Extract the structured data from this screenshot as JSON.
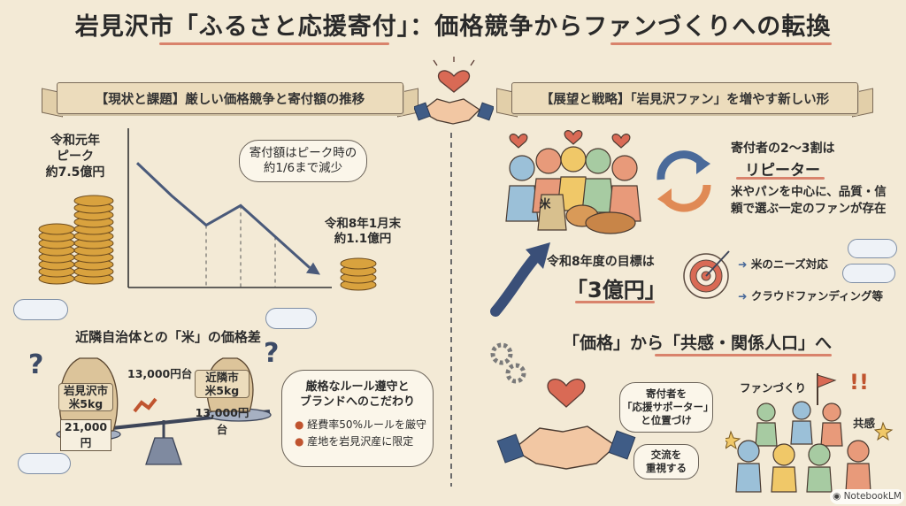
{
  "title": "岩見沢市「ふるさと応援寄付」：価格競争からファンづくりへの転換",
  "left": {
    "ribbon": "【現状と課題】厳しい価格競争と寄付額の推移",
    "peak_label": [
      "令和元年",
      "ピーク",
      "約7.5億円"
    ],
    "bubble": [
      "寄付額はピーク時の",
      "約1/6まで減少"
    ],
    "end_label": [
      "令和8年1月末",
      "約1.1億円"
    ],
    "chart_data": {
      "type": "line",
      "series": [
        {
          "values": [
            7.5,
            5.5,
            3.7,
            4.9,
            3.0,
            1.1
          ]
        }
      ]
    },
    "rice_title": "近隣自治体との「米」の価格差",
    "bag_left": [
      "岩見沢市",
      "米5kg",
      "21,000円"
    ],
    "bag_right": [
      "近隣市",
      "米5kg",
      "13,000円台"
    ],
    "price_mid": "13,000円台",
    "rules_title": [
      "厳格なルール遵守と",
      "ブランドへのこだわり"
    ],
    "rules": [
      "経費率50%ルールを厳守",
      "産地を岩見沢産に限定"
    ]
  },
  "right": {
    "ribbon": "【展望と戦略】「岩見沢ファン」を増やす新しい形",
    "repeat_line1": "寄付者の2～3割は",
    "repeat_line2": "リピーター",
    "repeat_desc": [
      "米やパンを中心に、品質・信",
      "頼で選ぶ一定のファンが存在"
    ],
    "bag_label": "米",
    "goal_label": "令和8年度の目標は",
    "goal_value": "「3億円」",
    "goal_items": [
      "米のニーズ対応",
      "クラウドファンディング等"
    ],
    "shift_title": "「価格」から「共感・関係人口」へ",
    "supporter_bubble": [
      "寄付者を",
      "「応援サポーター」",
      "と位置づけ"
    ],
    "exchange_bubble": [
      "交流を",
      "重視する"
    ],
    "fan_label": "ファンづくり",
    "empathy_label": "共感"
  },
  "footer": "NotebookLM",
  "colors": {
    "accent": "#d9836c",
    "rope": "#3f5c86",
    "coin": "#d9a23e"
  }
}
